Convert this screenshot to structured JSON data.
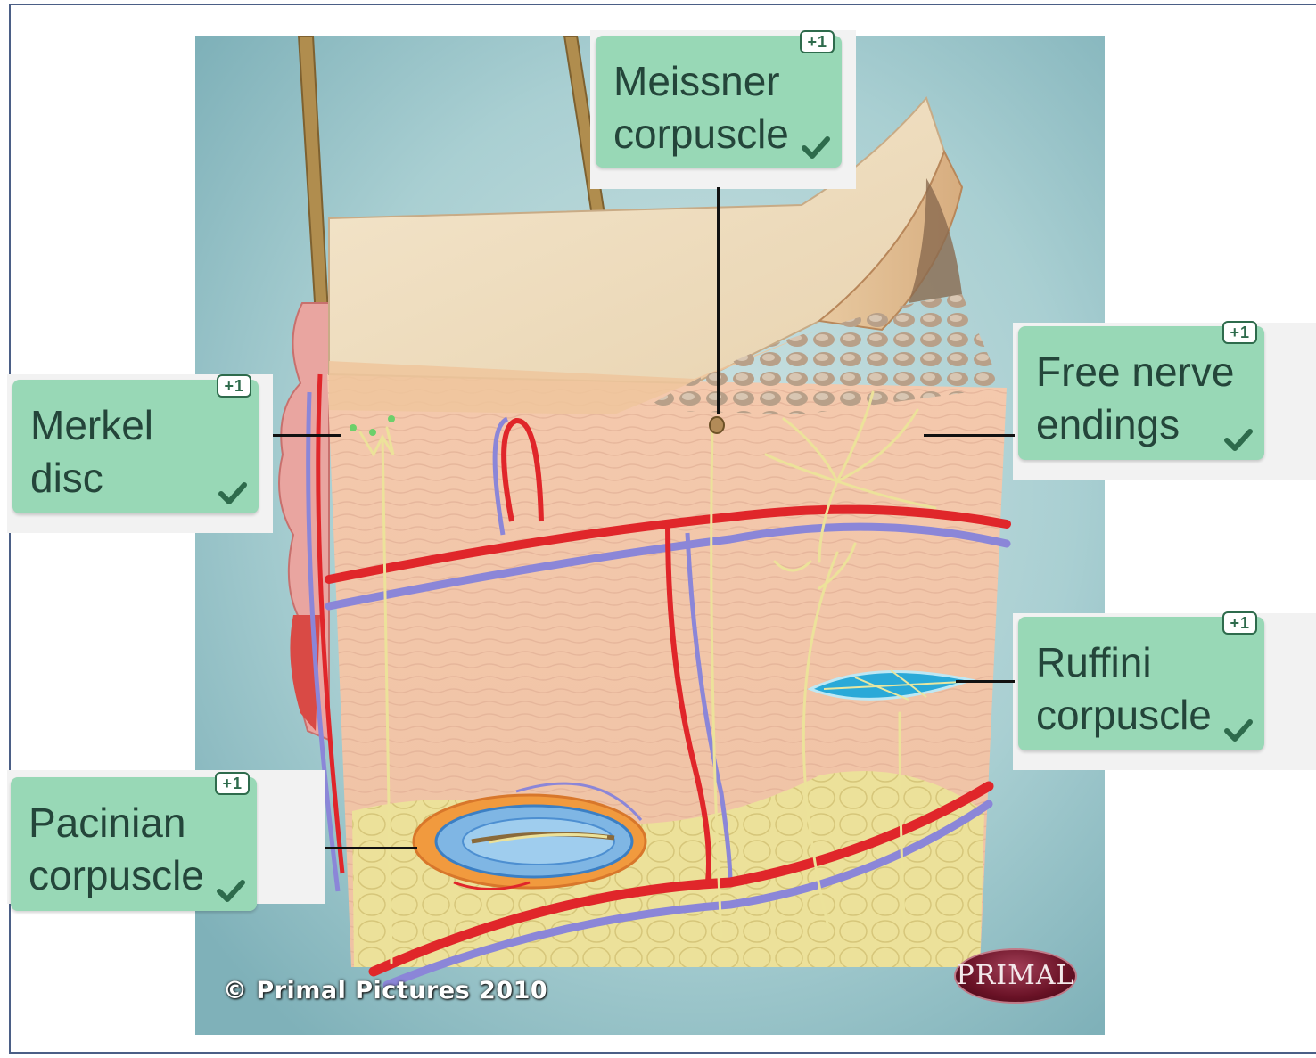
{
  "labels": {
    "meissner": {
      "text": "Meissner\ncorpuscle",
      "points": "+1"
    },
    "merkel": {
      "text": "Merkel\ndisc",
      "points": "+1"
    },
    "free_nerve": {
      "text": "Free nerve\nendings",
      "points": "+1"
    },
    "ruffini": {
      "text": "Ruffini\ncorpuscle",
      "points": "+1"
    },
    "pacinian": {
      "text": "Pacinian\ncorpuscle",
      "points": "+1"
    }
  },
  "illustration": {
    "copyright": "© Primal Pictures 2010",
    "logo_text": "PRIMAL"
  },
  "colors": {
    "label_fill": "#98d8b6",
    "label_text": "#24453a",
    "check": "#2e6b4c",
    "artery": "#e0262a",
    "vein": "#8b86d8",
    "nerve": "#ece29a",
    "skin": "#f3c6a8",
    "fat": "#eadf96",
    "background": "#9fc7cc"
  }
}
